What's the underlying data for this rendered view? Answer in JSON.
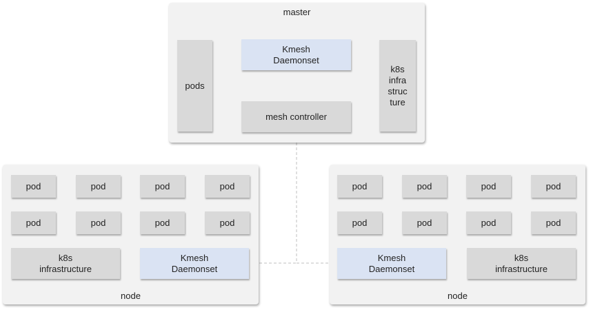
{
  "master": {
    "label": "master",
    "pods": "pods",
    "kmesh_daemonset": "Kmesh\nDaemonset",
    "mesh_controller": "mesh controller",
    "k8s_infrastructure": "k8s\ninfra\nstruc\nture"
  },
  "node_left": {
    "label": "node",
    "pods": [
      "pod",
      "pod",
      "pod",
      "pod",
      "pod",
      "pod",
      "pod",
      "pod"
    ],
    "k8s_infrastructure": "k8s\ninfrastructure",
    "kmesh_daemonset": "Kmesh\nDaemonset"
  },
  "node_right": {
    "label": "node",
    "pods": [
      "pod",
      "pod",
      "pod",
      "pod",
      "pod",
      "pod",
      "pod",
      "pod"
    ],
    "kmesh_daemonset": "Kmesh\nDaemonset",
    "k8s_infrastructure": "k8s\ninfrastructure"
  },
  "colors": {
    "panel": "#f2f2f2",
    "box": "#d9d9d9",
    "kmesh_box": "#dae3f3",
    "connector": "#bfbfbf"
  }
}
